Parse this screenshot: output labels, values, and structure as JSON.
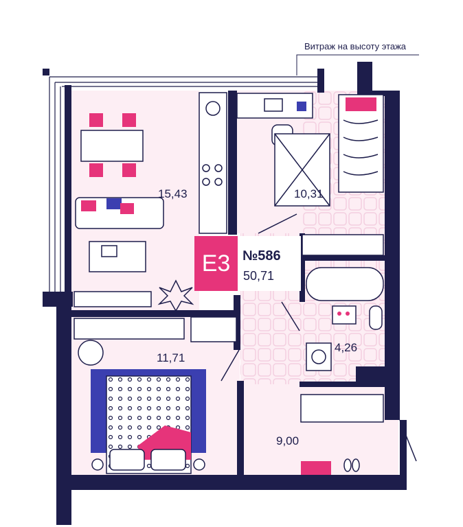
{
  "window_caption": "Витраж на высоту этажа",
  "apartment": {
    "type_code": "Е3",
    "number": "№586",
    "total_area": "50,71"
  },
  "rooms": {
    "kitchen_living": "15,43",
    "study": "10,31",
    "bedroom": "11,71",
    "bathroom": "4,26",
    "hall": "9,00"
  },
  "colors": {
    "walls": "#1d1d4b",
    "floor": "#fdeef4",
    "accent": "#e6347a",
    "bed_blue": "#3b3fb0",
    "tile": "#f4d8e4"
  },
  "icons": [
    "dining-table-icon",
    "sofa-icon",
    "laptop-icon",
    "plant-icon",
    "stove-icon",
    "sink-icon",
    "bed-icon",
    "bathtub-icon",
    "toilet-icon",
    "washing-machine-icon",
    "wardrobe-icon",
    "desk-icon",
    "chair-icon",
    "shoes-icon",
    "umbrella-icon"
  ]
}
